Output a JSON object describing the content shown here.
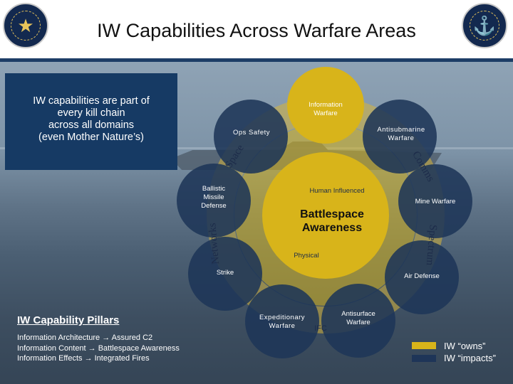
{
  "title": "IW Capabilities Across Warfare Areas",
  "callout": {
    "lines": [
      "IW capabilities are part of",
      "every kill chain",
      "across all domains",
      "(even Mother Nature’s)"
    ]
  },
  "center": {
    "line1": "Battlespace",
    "line2": "Awareness"
  },
  "inner_ring": {
    "human_influenced": "Human Influenced",
    "physical": "Physical"
  },
  "ring_words": {
    "space": "Space",
    "comms": "Comms",
    "networks": "Networks",
    "spectrum": "Spectrum"
  },
  "warfare_areas": {
    "information_warfare": [
      "Information",
      "Warfare"
    ],
    "ops_safety": "Ops Safety",
    "antisubmarine_warfare": [
      "Antisubmarine",
      "Warfare"
    ],
    "ballistic_missile_defense": [
      "Ballistic",
      "Missile",
      "Defense"
    ],
    "mine_warfare": "Mine Warfare",
    "strike": "Strike",
    "air_defense": "Air Defense",
    "expeditionary_warfare": [
      "Expeditionary",
      "Warfare"
    ],
    "ifc": "IFC",
    "antisurface_warfare": [
      "Antisurface",
      "Warfare"
    ]
  },
  "pillars": {
    "heading": "IW Capability Pillars",
    "rows": [
      "Information Architecture → Assured C2",
      "Information Content → Battlespace Awareness",
      "Information Effects → Integrated Fires"
    ]
  },
  "legend": {
    "owns": "IW “owns”",
    "impacts": "IW “impacts”"
  },
  "colors": {
    "gold": "#d8b41a",
    "gold_ring": "#d7b53a",
    "navy": "#1e3558",
    "callout_bg": "#163a64",
    "title_rule": "#1d3d66"
  },
  "icons": [
    "navy-seal-left",
    "command-seal-right"
  ]
}
